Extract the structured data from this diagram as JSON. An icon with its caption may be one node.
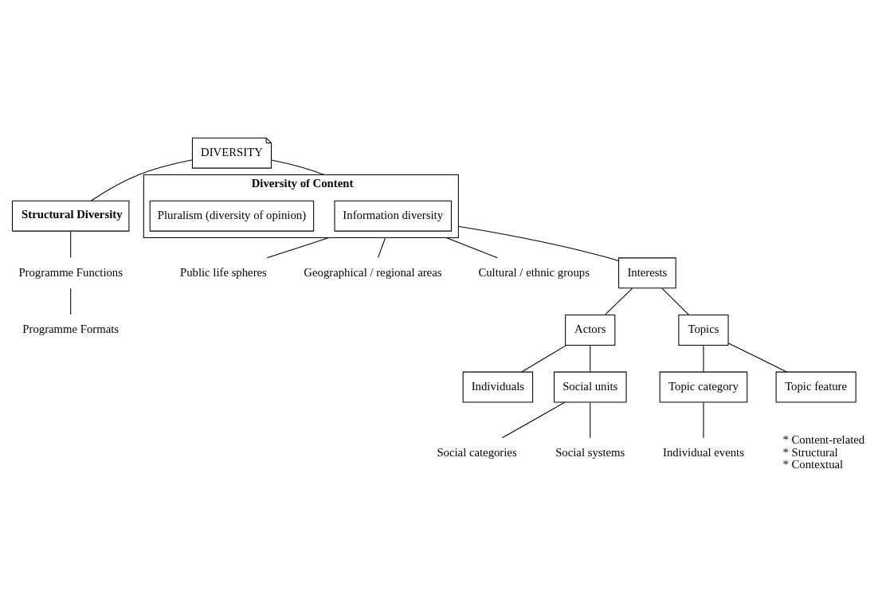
{
  "diagram": {
    "nodes": [
      {
        "text": [
          "DIVERSITY"
        ]
      },
      {
        "text": [
          "Structural Diversity"
        ]
      },
      {
        "text": [
          "Diversity of Content"
        ]
      },
      {
        "text": [
          "Information diversity"
        ],
        "in": 2
      },
      {
        "text": [
          "Pluralism (diversity of opinion)"
        ],
        "in": 2
      },
      {
        "text": [
          "Programme Functions"
        ]
      },
      {
        "text": [
          "Programme Formats"
        ]
      },
      {
        "text": [
          "Public life spheres"
        ]
      },
      {
        "text": [
          "Geographical / regional areas"
        ]
      },
      {
        "text": [
          "Cultural / ethnic groups"
        ]
      },
      {
        "text": [
          "Interests"
        ]
      },
      {
        "text": [
          "Actors"
        ]
      },
      {
        "text": [
          "Topics"
        ]
      },
      {
        "text": [
          "Individuals"
        ]
      },
      {
        "text": [
          "Social units"
        ]
      },
      {
        "text": [
          "Social categories"
        ]
      },
      {
        "text": [
          "Social systems"
        ]
      },
      {
        "text": [
          "Topic category"
        ]
      },
      {
        "text": [
          "Topic feature"
        ],
        "beside": [
          "* Content-related",
          "* Structural",
          "* Contextual"
        ]
      },
      {
        "text": [
          "Individual events"
        ]
      }
    ],
    "edges": [
      {
        "from": 0,
        "to": 1,
        "arrow": "none"
      },
      {
        "from": 0,
        "to": 2,
        "arrow": "none"
      },
      {
        "from": 1,
        "to": 5,
        "arrow": "none"
      },
      {
        "from": 5,
        "to": 6,
        "arrow": "none"
      },
      {
        "from": 2,
        "to": 7,
        "arrow": "none"
      },
      {
        "from": 2,
        "to": 8,
        "arrow": "none"
      },
      {
        "from": 2,
        "to": 9,
        "arrow": "none"
      },
      {
        "from": 2,
        "to": 10,
        "arrow": "none"
      },
      {
        "from": 10,
        "to": 11,
        "arrow": "none"
      },
      {
        "from": 10,
        "to": 12,
        "arrow": "none"
      },
      {
        "from": 11,
        "to": 13,
        "arrow": "none"
      },
      {
        "from": 11,
        "to": 14,
        "arrow": "none"
      },
      {
        "from": 14,
        "to": 15,
        "arrow": "none"
      },
      {
        "from": 14,
        "to": 16,
        "arrow": "none"
      },
      {
        "from": 12,
        "to": 17,
        "arrow": "none"
      },
      {
        "from": 12,
        "to": 18,
        "arrow": "none"
      },
      {
        "from": 17,
        "to": 19,
        "arrow": "none"
      }
    ]
  }
}
